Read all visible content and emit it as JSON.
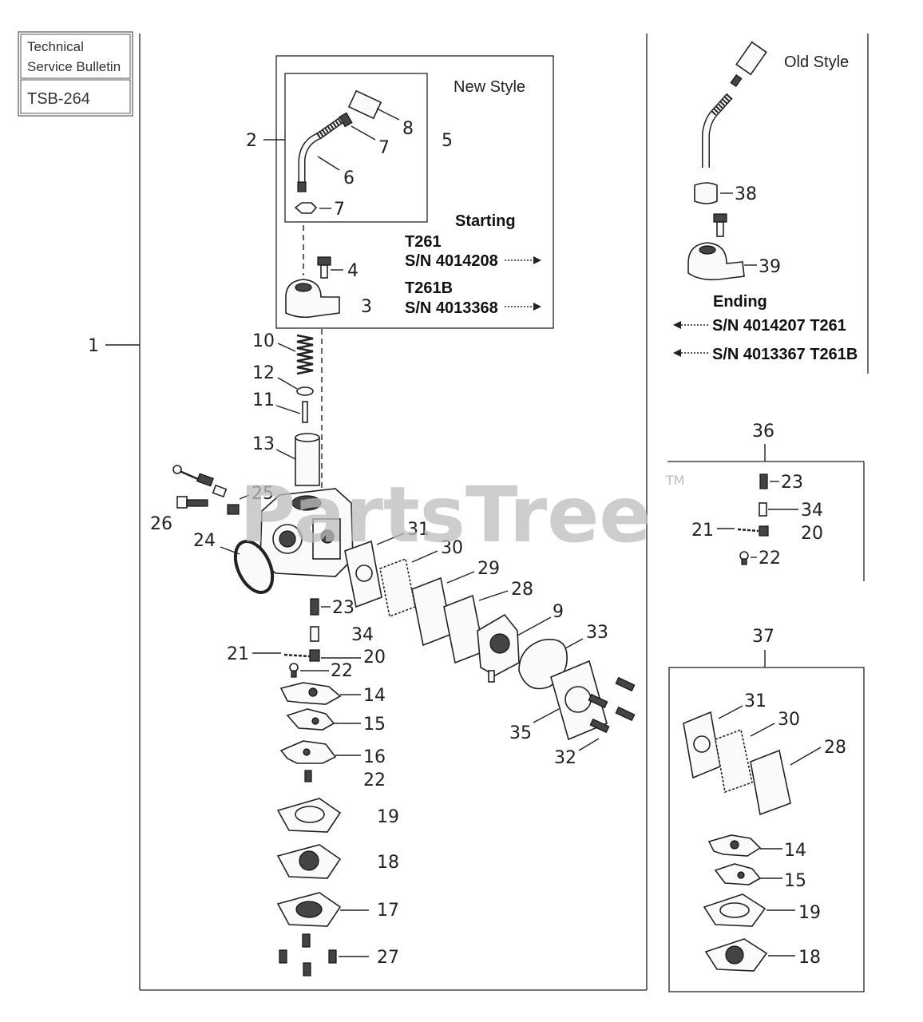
{
  "tsb": {
    "title_line1": "Technical",
    "title_line2": "Service Bulletin",
    "number": "TSB-264"
  },
  "watermark": {
    "text": "PartsTree",
    "tm": "TM"
  },
  "new_style": {
    "heading": "New Style",
    "starting": "Starting",
    "model_a": "T261",
    "sn_a": "S/N 4014208",
    "model_b": "T261B",
    "sn_b": "S/N 4013368"
  },
  "old_style": {
    "heading": "Old Style",
    "ending": "Ending",
    "sn_a": "S/N 4014207 T261",
    "sn_b": "S/N 4013367 T261B"
  },
  "callouts": {
    "c1": "1",
    "c2": "2",
    "c3": "3",
    "c4": "4",
    "c5": "5",
    "c6": "6",
    "c7a": "7",
    "c7b": "7",
    "c8": "8",
    "c9": "9",
    "c10": "10",
    "c11": "11",
    "c12": "12",
    "c13": "13",
    "c14": "14",
    "c15": "15",
    "c16": "16",
    "c17": "17",
    "c18": "18",
    "c19": "19",
    "c20": "20",
    "c21": "21",
    "c22a": "22",
    "c22b": "22",
    "c23": "23",
    "c24": "24",
    "c25": "25",
    "c26": "26",
    "c27": "27",
    "c28": "28",
    "c29": "29",
    "c30": "30",
    "c31": "31",
    "c32": "32",
    "c33": "33",
    "c34": "34",
    "c35": "35",
    "c36": "36",
    "c37": "37",
    "c38": "38",
    "c39": "39"
  },
  "kit36": {
    "c23": "23",
    "c34": "34",
    "c21": "21",
    "c20": "20",
    "c22": "22"
  },
  "kit37": {
    "c31": "31",
    "c30": "30",
    "c28": "28",
    "c14": "14",
    "c15": "15",
    "c19": "19",
    "c18": "18"
  }
}
